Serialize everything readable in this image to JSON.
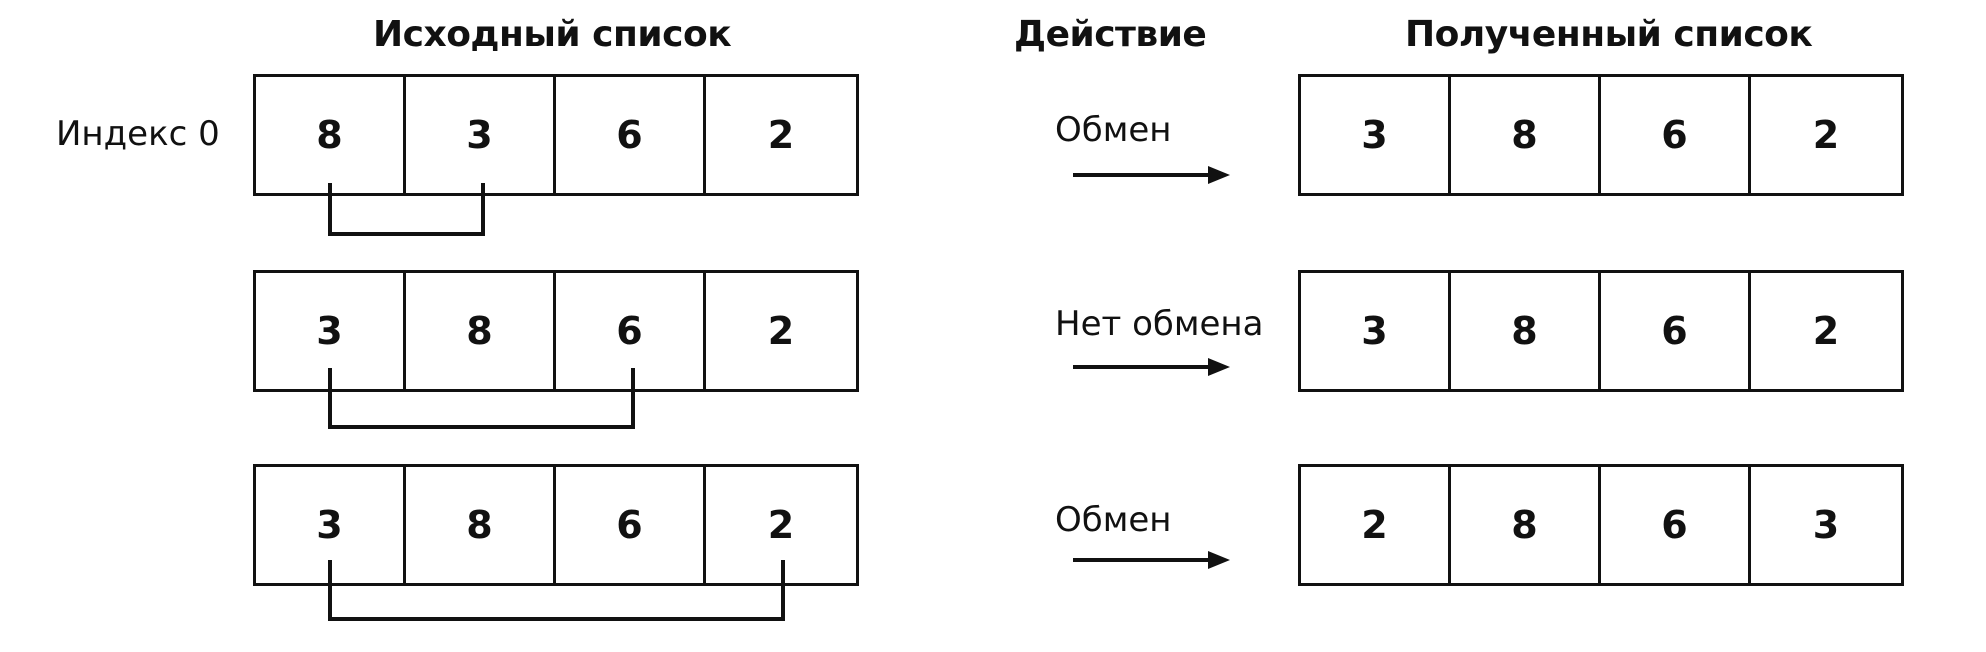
{
  "headers": {
    "source": "Исходный список",
    "action": "Действие",
    "result": "Полученный список"
  },
  "index_label": "Индекс 0",
  "rows": [
    {
      "source": [
        "8",
        "3",
        "6",
        "2"
      ],
      "compared": [
        0,
        1
      ],
      "action": "Обмен",
      "result": [
        "3",
        "8",
        "6",
        "2"
      ]
    },
    {
      "source": [
        "3",
        "8",
        "6",
        "2"
      ],
      "compared": [
        0,
        2
      ],
      "action": "Нет обмена",
      "result": [
        "3",
        "8",
        "6",
        "2"
      ]
    },
    {
      "source": [
        "3",
        "8",
        "6",
        "2"
      ],
      "compared": [
        0,
        3
      ],
      "action": "Обмен",
      "result": [
        "2",
        "8",
        "6",
        "3"
      ]
    }
  ]
}
